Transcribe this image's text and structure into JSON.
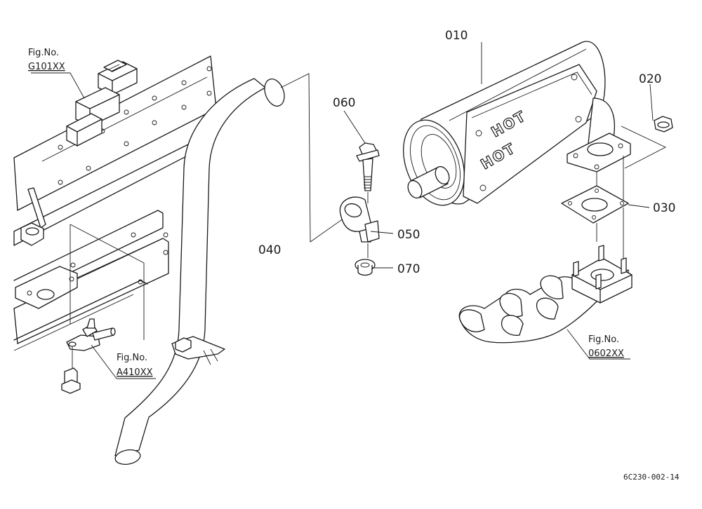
{
  "parts": [
    {
      "id": "muffler",
      "number": "010"
    },
    {
      "id": "nut",
      "number": "020"
    },
    {
      "id": "gasket",
      "number": "030"
    },
    {
      "id": "exhaust-pipe",
      "number": "040"
    },
    {
      "id": "clamp",
      "number": "050"
    },
    {
      "id": "bolt",
      "number": "060"
    },
    {
      "id": "washer-nut",
      "number": "070"
    }
  ],
  "figure_refs": [
    {
      "id": "frame",
      "prefix": "Fig.No.",
      "code": "G101XX"
    },
    {
      "id": "fuel-filter",
      "prefix": "Fig.No.",
      "code": "A410XX"
    },
    {
      "id": "manifold",
      "prefix": "Fig.No.",
      "code": "0602XX"
    }
  ],
  "muffler_labels": [
    "HOT",
    "HOT"
  ],
  "drawing_code": "6C230-002-14"
}
